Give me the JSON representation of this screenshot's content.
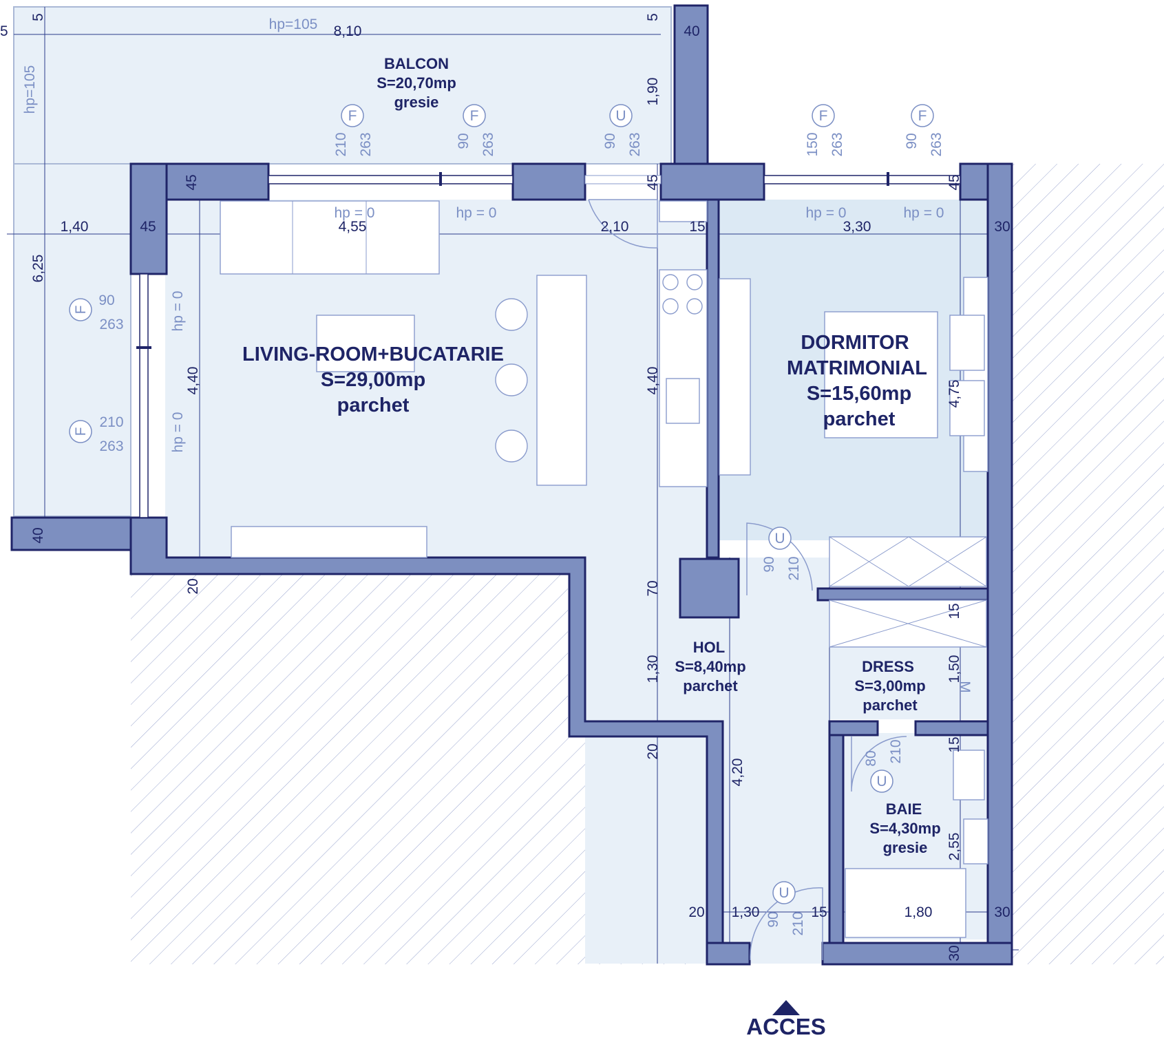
{
  "rooms": {
    "balcon": {
      "name": "BALCON",
      "area": "S=20,70mp",
      "floor": "gresie"
    },
    "living": {
      "name": "LIVING-ROOM+BUCATARIE",
      "area": "S=29,00mp",
      "floor": "parchet"
    },
    "dormitor": {
      "name1": "DORMITOR",
      "name2": "MATRIMONIAL",
      "area": "S=15,60mp",
      "floor": "parchet"
    },
    "hol": {
      "name": "HOL",
      "area": "S=8,40mp",
      "floor": "parchet"
    },
    "dress": {
      "name": "DRESS",
      "area": "S=3,00mp",
      "floor": "parchet"
    },
    "baie": {
      "name": "BAIE",
      "area": "S=4,30mp",
      "floor": "gresie"
    }
  },
  "entrance": "ACCES",
  "dims": {
    "d5a": "5",
    "d5b": "5",
    "d5c": "5",
    "d810": "8,10",
    "d40a": "40",
    "d190": "1,90",
    "d45a": "45",
    "d45b": "45",
    "d45c": "45",
    "d45d": "45",
    "d140": "1,40",
    "d455": "4,55",
    "d210": "2,10",
    "d15a": "15",
    "d330": "3,30",
    "d30a": "30",
    "d625": "6,25",
    "d440a": "4,40",
    "d440b": "4,40",
    "d475": "4,75",
    "d40b": "40",
    "d20a": "20",
    "d70": "70",
    "d130a": "1,30",
    "d20b": "20",
    "d420": "4,20",
    "d15b": "15",
    "d150": "1,50",
    "d15c": "15",
    "d255": "2,55",
    "d20c": "20",
    "d130b": "1,30",
    "d15d": "15",
    "d180": "1,80",
    "d30b": "30",
    "d30c": "30"
  },
  "openings": {
    "hp105a": "hp=105",
    "hp105b": "hp=105",
    "hp0a": "hp =  0",
    "hp0b": "hp =  0",
    "hp0c": "hp =  0",
    "hp0d": "hp =  0",
    "hp0e": "hp = 0",
    "hp0f": "hp = 0",
    "f": "F",
    "u": "U",
    "m": "M",
    "w210": "210",
    "w263": "263",
    "w90": "90",
    "w150": "150",
    "w80": "80"
  },
  "colors": {
    "wall": "#7d8fc0",
    "ink": "#1e2466",
    "floor": "#e8f0f8",
    "marker": "#7b8fc4"
  }
}
